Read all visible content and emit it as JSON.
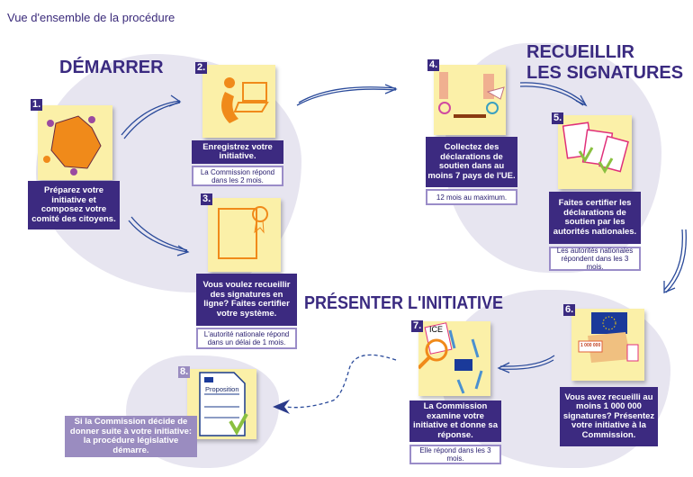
{
  "title": "Vue d'ensemble de la procédure",
  "colors": {
    "primary": "#3c2a80",
    "blob": "#e7e5f0",
    "note": "#fbf0a8",
    "step8_box": "#9a8cc0",
    "arrow": "#2a4a9a"
  },
  "phases": {
    "start": "DÉMARRER",
    "collect_1": "RECUEILLIR",
    "collect_2": "LES SIGNATURES",
    "present": "PRÉSENTER L'INITIATIVE"
  },
  "steps": [
    {
      "number": "1.",
      "icon": "europe-map-people-icon",
      "text": "Préparez votre initiative et composez votre comité des citoyens."
    },
    {
      "number": "2.",
      "icon": "person-laptop-icon",
      "text": "Enregistrez votre initiative.",
      "note": "La Commission répond dans les 2 mois."
    },
    {
      "number": "3.",
      "icon": "certified-screen-icon",
      "text": "Vous voulez recueillir des signatures en ligne? Faites certifier votre système.",
      "note": "L'autorité nationale répond dans un délai de 1 mois."
    },
    {
      "number": "4.",
      "icon": "city-crowd-signing-icon",
      "text": "Collectez des déclarations de soutien dans au moins 7 pays de l'UE.",
      "note": "12 mois au maximum."
    },
    {
      "number": "5.",
      "icon": "documents-checkmarks-icon",
      "text": "Faites certifier les déclarations de soutien par les autorités nationales.",
      "note": "Les autorités nationales répondent dans les 3 mois."
    },
    {
      "number": "6.",
      "icon": "eu-flag-boxes-icon",
      "text": "Vous avez recueilli au moins 1 000 000 signatures? Présentez votre initiative à la Commission.",
      "banner": "1 000 000"
    },
    {
      "number": "7.",
      "icon": "magnifier-ice-icon",
      "text": "La Commission examine votre initiative et donne sa réponse.",
      "note": "Elle répond dans les 3 mois.",
      "label": "ICE"
    },
    {
      "number": "8.",
      "icon": "proposition-document-icon",
      "text": "Si la Commission décide de donner suite à votre initiative: la procédure législative démarre.",
      "label": "Proposition"
    }
  ]
}
